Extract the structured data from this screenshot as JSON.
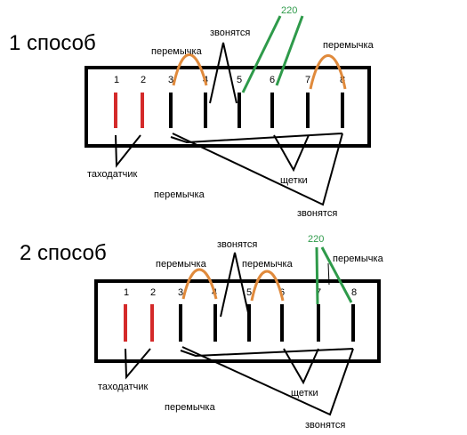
{
  "colors": {
    "line": "#000000",
    "sensor_pin": "#d42a2a",
    "jumper": "#e08a3c",
    "supply": "#2e9a4a",
    "supply_label": "#2e9a4a"
  },
  "method1": {
    "title": "1 способ",
    "pins": [
      "1",
      "2",
      "3",
      "4",
      "5",
      "6",
      "7",
      "8"
    ],
    "voltage": "220",
    "labels": {
      "jumper_top_left": "перемычка",
      "jumper_top_right": "перемычка",
      "ring_top": "звонятся",
      "tacho": "таходатчик",
      "jumper_bottom": "перемычка",
      "brushes": "щетки",
      "ring_bottom": "звонятся"
    }
  },
  "method2": {
    "title": "2 способ",
    "pins": [
      "1",
      "2",
      "3",
      "4",
      "5",
      "6",
      "7",
      "8"
    ],
    "voltage": "220",
    "labels": {
      "jumper_top_left": "перемычка",
      "jumper_top_mid": "перемычка",
      "jumper_top_right": "перемычка",
      "ring_top": "звонятся",
      "tacho": "таходатчик",
      "jumper_bottom": "перемычка",
      "brushes": "щетки",
      "ring_bottom": "звонятся"
    }
  }
}
